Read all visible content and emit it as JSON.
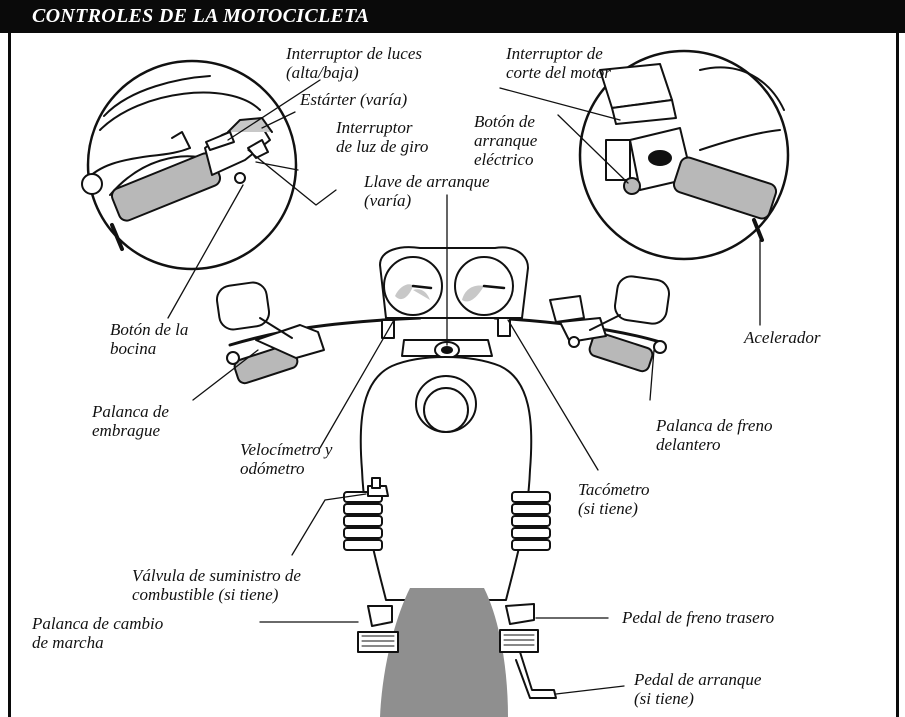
{
  "title": "CONTROLES DE LA MOTOCICLETA",
  "labels": {
    "light_switch": [
      "Interruptor de luces",
      "(alta/baja)"
    ],
    "choke": [
      "Estárter (varía)"
    ],
    "turn_signal": [
      "Interruptor",
      "de luz de giro"
    ],
    "engine_stop": [
      "Interruptor de",
      "corte del motor"
    ],
    "starter_button": [
      "Botón de",
      "arranque",
      "eléctrico"
    ],
    "ignition": [
      "Llave de arranque",
      "(varía)"
    ],
    "horn": [
      "Botón de la",
      "bocina"
    ],
    "throttle": [
      "Acelerador"
    ],
    "clutch": [
      "Palanca de",
      "embrague"
    ],
    "speedometer": [
      "Velocímetro y",
      "odómetro"
    ],
    "front_brake": [
      "Palanca de freno",
      "delantero"
    ],
    "tachometer": [
      "Tacómetro",
      "(si tiene)"
    ],
    "fuel_valve": [
      "Válvula de suministro de",
      "combustible (si tiene)"
    ],
    "shift_lever": [
      "Palanca de cambio",
      "de marcha"
    ],
    "rear_brake": [
      "Pedal de freno trasero"
    ],
    "kick_starter": [
      "Pedal de arranque",
      "(si tiene)"
    ]
  }
}
